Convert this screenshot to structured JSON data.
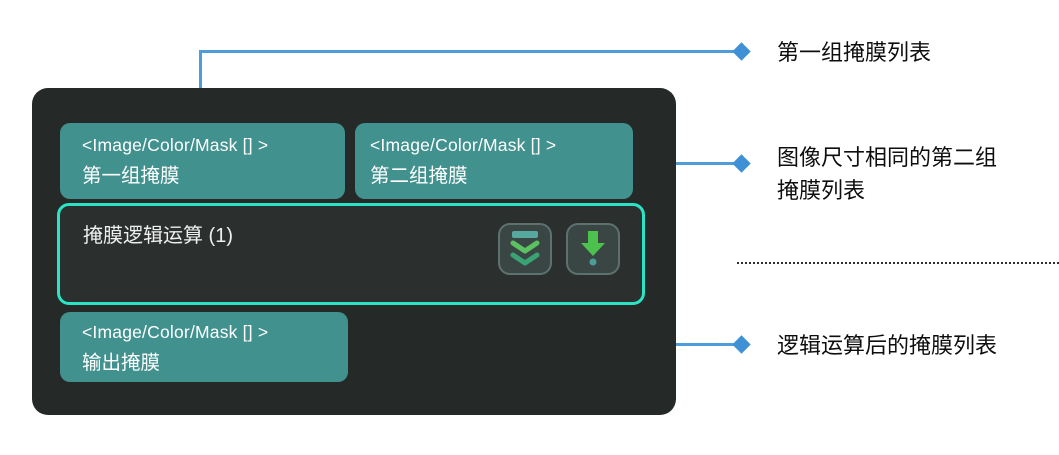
{
  "node": {
    "title": "掩膜逻辑运算 (1)",
    "input_ports": [
      {
        "type": "<Image/Color/Mask [] >",
        "label": "第一组掩膜"
      },
      {
        "type": "<Image/Color/Mask [] >",
        "label": "第二组掩膜"
      }
    ],
    "output_ports": [
      {
        "type": "<Image/Color/Mask [] >",
        "label": "输出掩膜"
      }
    ],
    "buttons": [
      {
        "icon": "double-chevron-down-icon"
      },
      {
        "icon": "down-arrow-with-dot-icon"
      }
    ]
  },
  "annotations": [
    {
      "text": "第一组掩膜列表"
    },
    {
      "text": "图像尺寸相同的第二组\n掩膜列表"
    },
    {
      "text": "逻辑运算后的掩膜列表"
    }
  ],
  "colors": {
    "node_background": "#252928",
    "port_teal": "#41918e",
    "body_background": "#2b302f",
    "body_border_mint": "#2be3c5",
    "callout_blue": "#4f9cda",
    "diamond_blue": "#4090d5",
    "arrow_green": "#4cc14e",
    "chevron_green": "#5cc162",
    "chevron_teal_green": "#3aa273",
    "icon_bar_teal": "#57a89e",
    "annotation_text": "#0e0e0e"
  }
}
